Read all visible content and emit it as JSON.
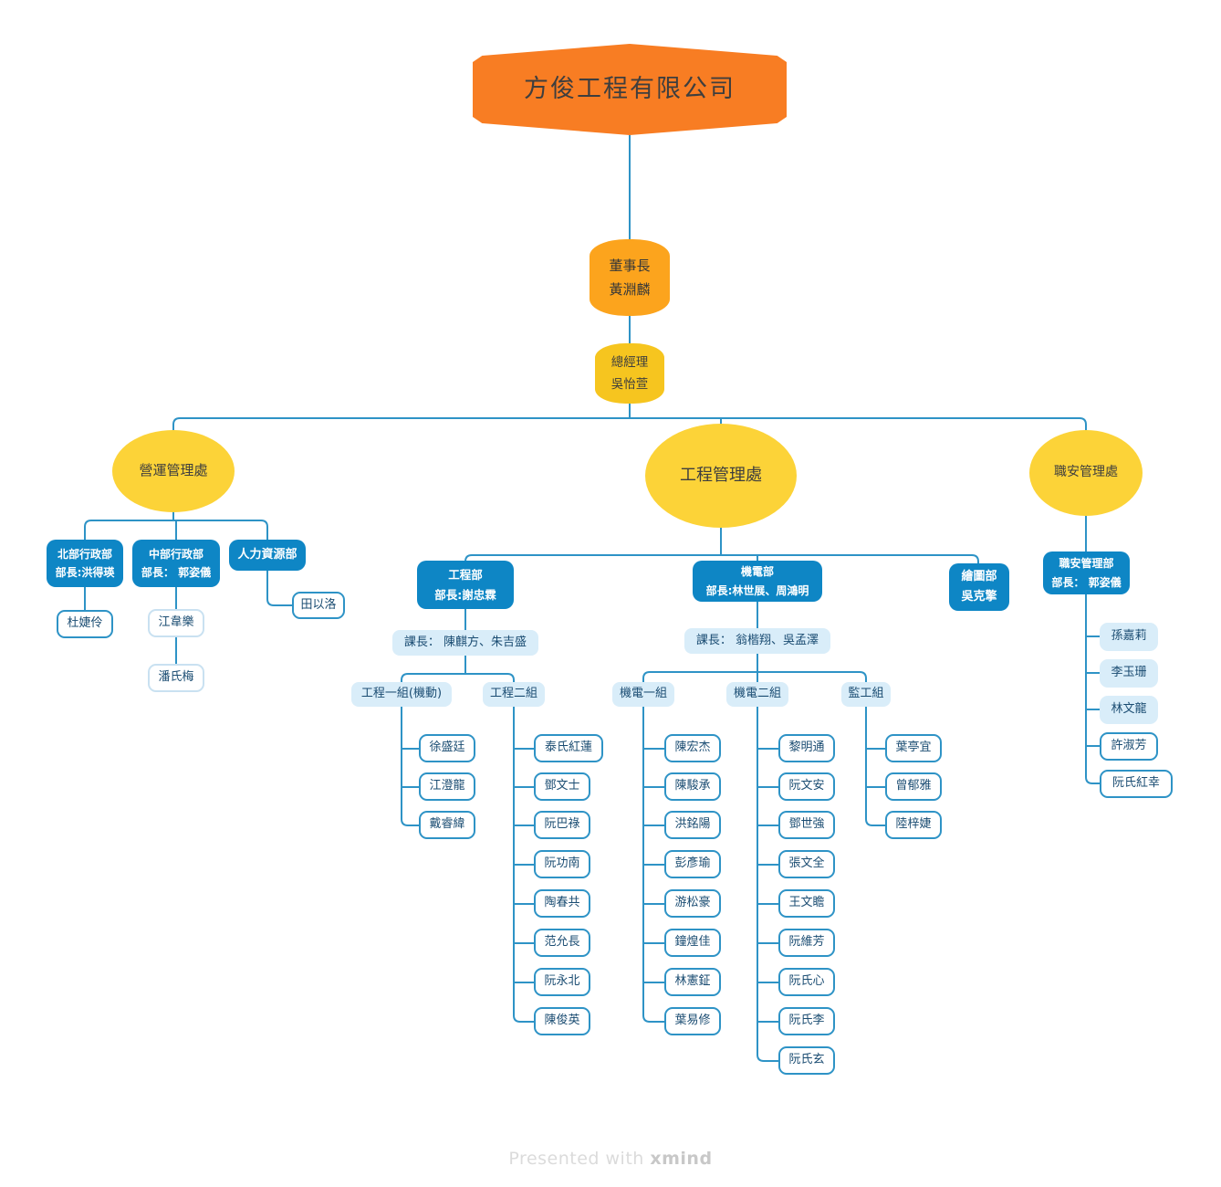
{
  "company": {
    "name": "方俊工程有限公司"
  },
  "chairman": {
    "title": "董事長",
    "name": "黃淵麟"
  },
  "general_manager": {
    "title": "總經理",
    "name": "吳怡萱"
  },
  "divisions": {
    "operations": {
      "label": "營運管理處"
    },
    "engineering": {
      "label": "工程管理處"
    },
    "safety": {
      "label": "職安管理處"
    }
  },
  "departments": {
    "north_admin": {
      "line1": "北部行政部",
      "line2": "部長:洪得瑛"
    },
    "central_admin": {
      "line1": "中部行政部",
      "line2": "部長： 郭姿儀"
    },
    "hr": {
      "line1": "人力資源部"
    },
    "engineering": {
      "line1": "工程部",
      "line2": "部長:謝忠霖"
    },
    "mechatronics": {
      "line1": "機電部",
      "line2": "部長:林世展、周鴻明"
    },
    "drawing": {
      "line1": "繪圖部",
      "line2": "吳克擎"
    },
    "safety_mgmt": {
      "line1": "職安管理部",
      "line2": "部長： 郭姿儀"
    }
  },
  "supervisors": {
    "engineering": "課長： 陳麒方、朱吉盛",
    "mechatronics": "課長： 翁楷翔、吳孟澤"
  },
  "groups": {
    "eng1": "工程一組(機動)",
    "eng2": "工程二組",
    "mech1": "機電一組",
    "mech2": "機電二組",
    "supervision": "監工組"
  },
  "members": {
    "north_admin": [
      "杜婕伶"
    ],
    "central_admin": [
      "江韋樂",
      "潘氏梅"
    ],
    "hr": [
      "田以洛"
    ],
    "eng1": [
      "徐盛廷",
      "江澄龍",
      "戴睿緯"
    ],
    "eng2": [
      "泰氏紅蓮",
      "鄧文士",
      "阮巴祿",
      "阮功南",
      "陶春共",
      "范允長",
      "阮永北",
      "陳俊英"
    ],
    "mech1": [
      "陳宏杰",
      "陳駿承",
      "洪銘陽",
      "彭彥瑜",
      "游松豪",
      "鐘煌佳",
      "林憲鉦",
      "葉易修"
    ],
    "mech2": [
      "黎明通",
      "阮文安",
      "鄧世強",
      "張文全",
      "王文瞻",
      "阮維芳",
      "阮氏心",
      "阮氏李",
      "阮氏玄"
    ],
    "supervision": [
      "葉亭宜",
      "曾郁雅",
      "陸梓婕"
    ],
    "safety": [
      "孫嘉莉",
      "李玉珊",
      "林文龍",
      "許淑芳",
      "阮氏紅幸"
    ]
  },
  "watermark": {
    "prefix": "Presented with ",
    "brand": "xmind"
  },
  "colors": {
    "root_orange": "#F87D23",
    "chairman_orange": "#FCA41D",
    "gm_yellow": "#F6C51F",
    "division_yellow": "#FCD338",
    "department_blue": "#0E86C5",
    "light_blue_fill": "#D9EDF9",
    "connector_blue": "#2E93C6",
    "text_navy": "#1A4C72"
  }
}
